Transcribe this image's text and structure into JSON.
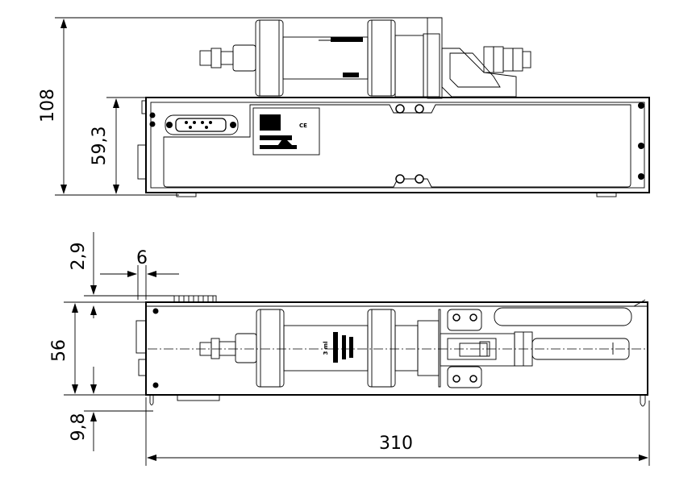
{
  "dimensions": {
    "height_total": "108",
    "height_body": "59,3",
    "top_offset": "2,9",
    "width_small": "6",
    "depth": "56",
    "bottom_offset": "9,8",
    "length": "310"
  },
  "syringe_label": {
    "volume": "3 ml"
  }
}
